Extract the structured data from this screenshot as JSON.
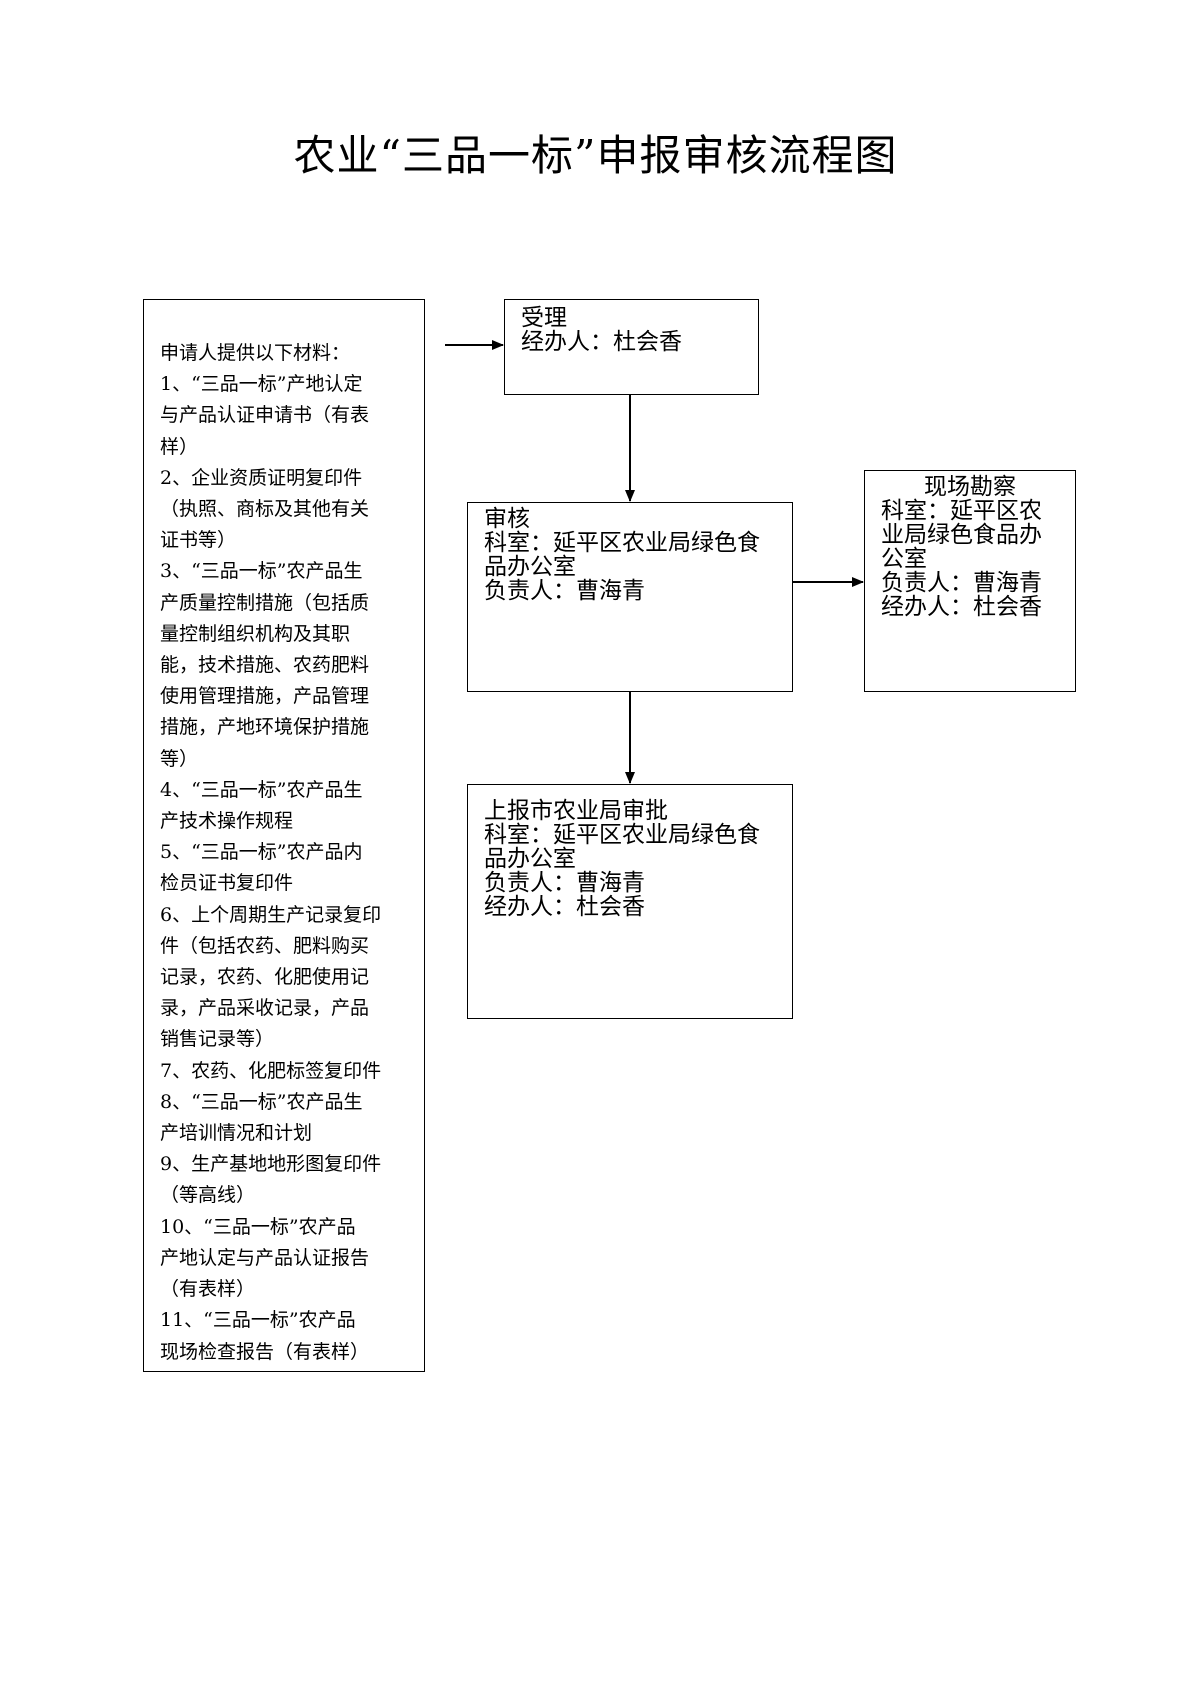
{
  "title": "农业“三品一标”申报审核流程图",
  "materials": {
    "heading": "申请人提供以下材料：",
    "lines": [
      "1、“三品一标”产地认定",
      "与产品认证申请书（有表",
      "样）",
      "2、企业资质证明复印件",
      "（执照、商标及其他有关",
      "证书等）",
      "3、“三品一标”农产品生",
      "产质量控制措施（包括质",
      "量控制组织机构及其职",
      "能，技术措施、农药肥料",
      "使用管理措施，产品管理",
      "措施，产地环境保护措施",
      "等）",
      "4、“三品一标”农产品生",
      "产技术操作规程",
      "5、“三品一标”农产品内",
      "检员证书复印件",
      "6、上个周期生产记录复印",
      "件（包括农药、肥料购买",
      "记录，农药、化肥使用记",
      "录，产品采收记录，产品",
      "销售记录等）",
      "7、农药、化肥标签复印件",
      "8、“三品一标”农产品生",
      "产培训情况和计划",
      "9、生产基地地形图复印件",
      "（等高线）",
      "10、“三品一标”农产品",
      "产地认定与产品认证报告",
      "（有表样）",
      "11、“三品一标”农产品",
      "现场检查报告（有表样）"
    ]
  },
  "accept": {
    "title": "受理",
    "handler": "经办人：杜会香"
  },
  "review": {
    "title": "审核",
    "office_line1": "科室：延平区农业局绿色食",
    "office_line2": "品办公室",
    "responsible": "负责人：曹海青"
  },
  "survey": {
    "title": "现场勘察",
    "office_line1": "科室：延平区农",
    "office_line2": "业局绿色食品办",
    "office_line3": "公室",
    "responsible": "负责人：曹海青",
    "handler": "经办人：杜会香"
  },
  "report": {
    "title": "上报市农业局审批",
    "office_line1": "科室：延平区农业局绿色食",
    "office_line2": "品办公室",
    "responsible": "负责人：曹海青",
    "handler": "经办人：杜会香"
  }
}
